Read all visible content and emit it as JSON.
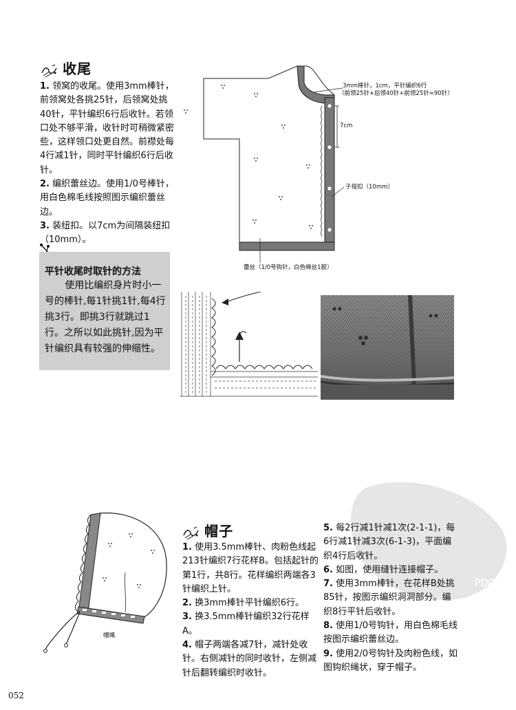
{
  "section1": {
    "title": "收尾",
    "steps": [
      {
        "num": "1.",
        "text": "领窝的收尾。使用3mm棒针，前领窝处各挑25针，后领窝处挑40针，平针编织6行后收针。若领口处不够平滑，收针时可稍微紧密些，这样领口处更自然。前襟处每4行减1针，同时平针编织6行后收针。"
      },
      {
        "num": "2.",
        "text": "编织蕾丝边。使用1/0号棒针，用白色棉毛线按照图示编织蕾丝边。"
      },
      {
        "num": "3.",
        "text": "装纽扣。以7cm为间隔装纽扣（10mm）。"
      }
    ]
  },
  "tip": {
    "title": "平针收尾时取针的方法",
    "text": "使用比编织身片时小一号的棒针,每1针挑1针,每4行挑3行。即挑3行就跳过1行。之所以如此挑针,因为平针编织具有较强的伸缩性。"
  },
  "diagram1": {
    "ann_collar_1": "3mm棒针，1cm，平针编织6行",
    "ann_collar_2": "（前领25针+后领40针+前领25针=90针）",
    "ann_7cm": "7cm",
    "ann_button": "子母扣（10mm）",
    "ann_lace": "蕾丝（1/0号钩针，白色棉丝1股）"
  },
  "diagram2": {
    "ann_cord": "帽绳"
  },
  "section2": {
    "title": "帽子",
    "steps_left": [
      {
        "num": "1.",
        "text": "使用3.5mm棒针、肉粉色线起213针编织7行花样B。包括起针的第1行，共8行。花样编织两端各3针编织上针。"
      },
      {
        "num": "2.",
        "text": "换3mm棒针平针编织6行。"
      },
      {
        "num": "3.",
        "text": "换3.5mm棒针编织32行花样A。"
      },
      {
        "num": "4.",
        "text": "帽子两端各减7针，减针处收针。右侧减针的同时收针，左侧减针后翻转编织时收针。"
      }
    ],
    "steps_right": [
      {
        "num": "5.",
        "text": "每2行减1针减1次(2-1-1)，每6行减1针减3次(6-1-3)，平面编织4行后收针。"
      },
      {
        "num": "6.",
        "text": "如图，使用缝针连接帽子。"
      },
      {
        "num": "7.",
        "text": "使用3mm棒针，在花样B处挑85针，按图示编织洞洞部分。编织8行平针后收针。"
      },
      {
        "num": "8.",
        "text": "使用1/0号钩针，用白色棉毛线按图示编织蕾丝边。"
      },
      {
        "num": "9.",
        "text": "使用2/0号钩针及肉粉色线，如图钩织绳状，穿于帽子。"
      }
    ]
  },
  "page_number": "052",
  "watermark_text": "PDG"
}
